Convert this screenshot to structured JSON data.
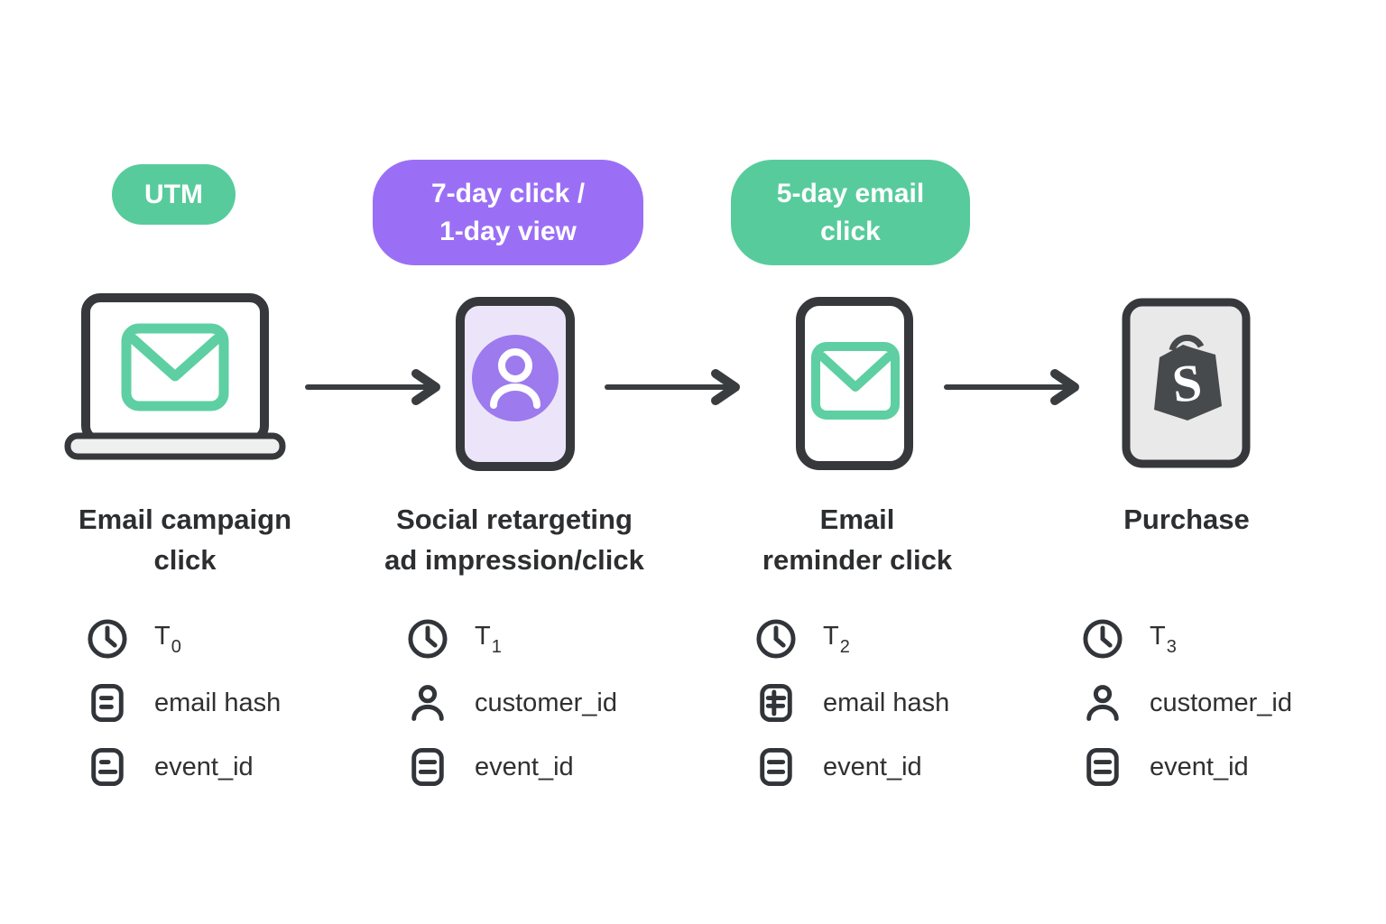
{
  "colors": {
    "green": "#57cb9c",
    "purple": "#9b6ff5",
    "purple_screen": "#ece5f9",
    "purple_avatar": "#9d7aee",
    "outline_dark": "#36383b",
    "text_dark": "#2c2e30",
    "laptop_base_fill": "#eef0f0",
    "purchase_tile_fill": "#e9e9e9"
  },
  "badges": {
    "utm": {
      "line1": "UTM"
    },
    "social": {
      "line1": "7-day click /",
      "line2": "1-day view"
    },
    "email": {
      "line1": "5-day email",
      "line2": "click"
    }
  },
  "steps": [
    {
      "label_line1": "Email campaign",
      "label_line2": "click",
      "time": "T",
      "time_sub": "0",
      "id_label": "email hash",
      "event_label": "event_id"
    },
    {
      "label_line1": "Social retargeting",
      "label_line2": "ad impression/click",
      "time": "T",
      "time_sub": "1",
      "id_label": "customer_id",
      "event_label": "event_id"
    },
    {
      "label_line1": "Email",
      "label_line2": "reminder click",
      "time": "T",
      "time_sub": "2",
      "id_label": "email hash",
      "event_label": "event_id"
    },
    {
      "label_line1": "Purchase",
      "time": "T",
      "time_sub": "3",
      "id_label": "customer_id",
      "event_label": "event_id"
    }
  ],
  "shopify": {
    "letter": "S"
  },
  "icons": {
    "clock": "clock-icon",
    "email_hash": "document-lines-icon",
    "email_hash_plus": "document-hash-icon",
    "customer": "person-icon",
    "event": "document-lines-icon",
    "arrow": "arrow-right-icon",
    "envelope": "envelope-icon",
    "laptop": "laptop-icon",
    "phone": "phone-icon",
    "avatar": "person-avatar-icon",
    "purchase": "shopify-bag-icon"
  }
}
